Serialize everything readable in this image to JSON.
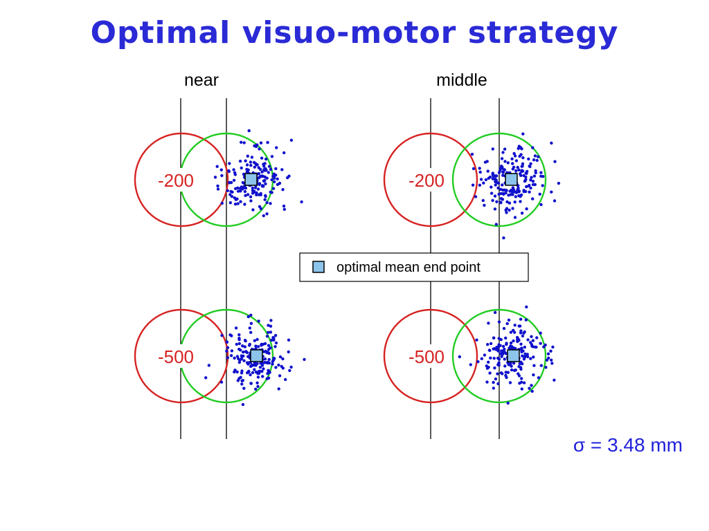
{
  "slide": {
    "title": "Optimal visuo-motor strategy",
    "title_color": "#2a2ad6",
    "sigma_label": "σ = 3.48 mm",
    "sigma_color": "#1f1fdb"
  },
  "diagram": {
    "columns": [
      {
        "key": "near",
        "label": "near"
      },
      {
        "key": "middle",
        "label": "middle"
      }
    ],
    "panels": [
      {
        "column": "near",
        "penalty_label": "-200"
      },
      {
        "column": "middle",
        "penalty_label": "-200"
      },
      {
        "column": "near",
        "penalty_label": "-500"
      },
      {
        "column": "middle",
        "penalty_label": "-500"
      }
    ],
    "legend": {
      "label": "optimal mean end point"
    },
    "colors": {
      "penalty_circle": "#d62222",
      "target_circle": "#22cc22",
      "endpoints": "#1010cc",
      "mean_marker_fill": "#8cc4ec",
      "penalty_text": "#d62222",
      "lines": "#000000"
    }
  }
}
